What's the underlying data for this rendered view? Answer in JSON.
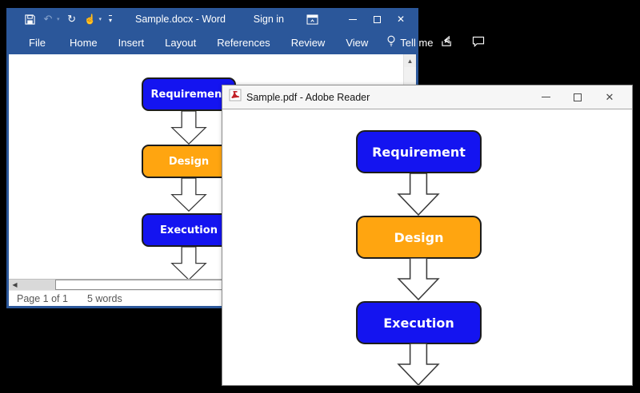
{
  "word": {
    "title": "Sample.docx - Word",
    "sign_in": "Sign in",
    "tabs": [
      "File",
      "Home",
      "Insert",
      "Layout",
      "References",
      "Review",
      "View"
    ],
    "tell_me": "Tell me",
    "status": {
      "page_info": "Page 1 of 1",
      "word_count": "5 words"
    }
  },
  "pdf": {
    "title": "Sample.pdf - Adobe Reader"
  },
  "flowchart": {
    "nodes": [
      {
        "label": "Requirement",
        "color": "#1414f0"
      },
      {
        "label": "Design",
        "color": "#ffa510"
      },
      {
        "label": "Execution",
        "color": "#1414f0"
      }
    ]
  },
  "colors": {
    "word_blue": "#2b579a",
    "node_blue": "#1414f0",
    "node_orange": "#ffa510",
    "background": "#000000"
  }
}
